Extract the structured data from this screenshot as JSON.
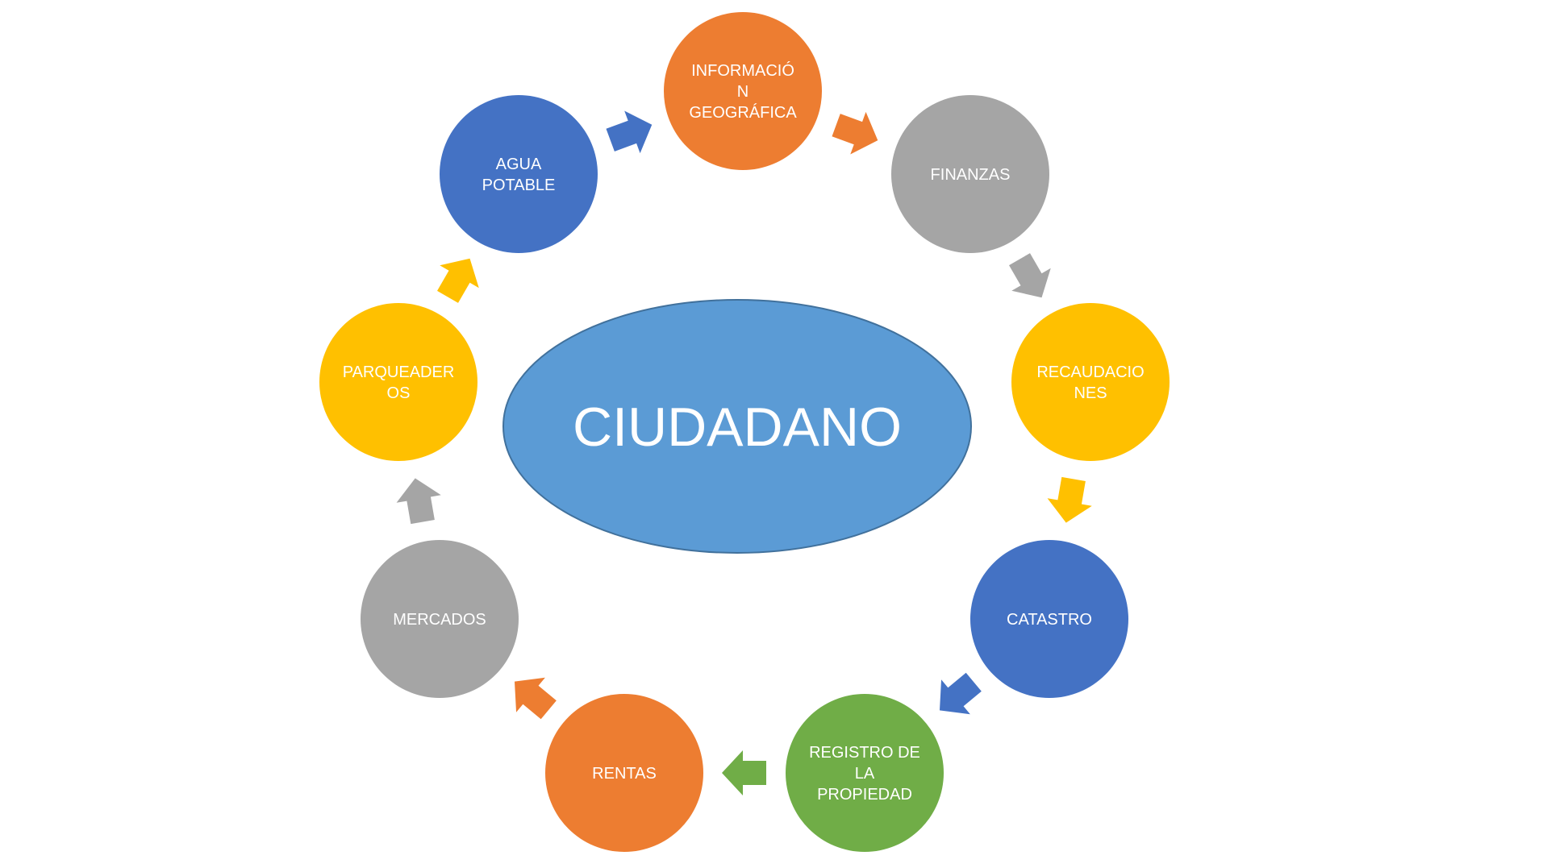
{
  "center": {
    "label": "CIUDADANO",
    "fill": "#5b9bd5",
    "stroke": "#41719c"
  },
  "nodes": [
    {
      "id": "informacion-geografica",
      "lines": [
        "INFORMACIÓ",
        "N",
        "GEOGRÁFICA"
      ],
      "color": "#ed7d31"
    },
    {
      "id": "finanzas",
      "lines": [
        "FINANZAS"
      ],
      "color": "#a5a5a5"
    },
    {
      "id": "recaudaciones",
      "lines": [
        "RECAUDACIO",
        "NES"
      ],
      "color": "#ffc000"
    },
    {
      "id": "catastro",
      "lines": [
        "CATASTRO"
      ],
      "color": "#4472c4"
    },
    {
      "id": "registro-de-la-propiedad",
      "lines": [
        "REGISTRO DE",
        "LA",
        "PROPIEDAD"
      ],
      "color": "#70ad47"
    },
    {
      "id": "rentas",
      "lines": [
        "RENTAS"
      ],
      "color": "#ed7d31"
    },
    {
      "id": "mercados",
      "lines": [
        "MERCADOS"
      ],
      "color": "#a5a5a5"
    },
    {
      "id": "parqueaderos",
      "lines": [
        "PARQUEADER",
        "OS"
      ],
      "color": "#ffc000"
    },
    {
      "id": "agua-potable",
      "lines": [
        "AGUA",
        "POTABLE"
      ],
      "color": "#4472c4"
    }
  ],
  "arrows": [
    {
      "from": "informacion-geografica",
      "to": "finanzas",
      "color": "#ed7d31"
    },
    {
      "from": "finanzas",
      "to": "recaudaciones",
      "color": "#a5a5a5"
    },
    {
      "from": "recaudaciones",
      "to": "catastro",
      "color": "#ffc000"
    },
    {
      "from": "catastro",
      "to": "registro-de-la-propiedad",
      "color": "#4472c4"
    },
    {
      "from": "registro-de-la-propiedad",
      "to": "rentas",
      "color": "#70ad47"
    },
    {
      "from": "rentas",
      "to": "mercados",
      "color": "#ed7d31"
    },
    {
      "from": "mercados",
      "to": "parqueaderos",
      "color": "#a5a5a5"
    },
    {
      "from": "parqueaderos",
      "to": "agua-potable",
      "color": "#ffc000"
    },
    {
      "from": "agua-potable",
      "to": "informacion-geografica",
      "color": "#4472c4"
    }
  ]
}
